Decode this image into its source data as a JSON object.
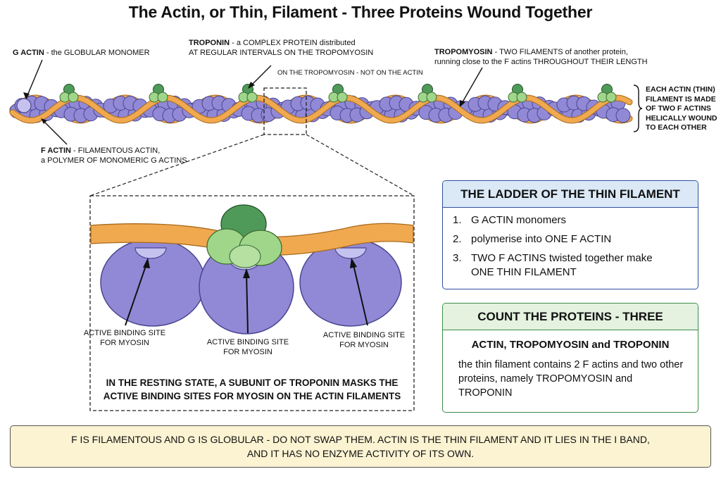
{
  "title": "The Actin, or Thin, Filament - Three Proteins Wound Together",
  "labels": {
    "g_actin_bold": "G ACTIN",
    "g_actin_rest": " - the GLOBULAR MONOMER",
    "troponin_bold": "TROPONIN",
    "troponin_line1_rest": " - a COMPLEX PROTEIN distributed",
    "troponin_line2": "AT REGULAR INTERVALS ON THE TROPOMYOSIN",
    "troponin_note": "ON THE TROPOMYOSIN - NOT ON THE ACTIN",
    "tropomyosin_bold": "TROPOMYOSIN",
    "tropomyosin_line1_rest": " - TWO FILAMENTS of another protein,",
    "tropomyosin_line2": "running close to the F actins THROUGHOUT THEIR LENGTH",
    "f_actin_bold": "F ACTIN",
    "f_actin_line1_rest": " - FILAMENTOUS ACTIN,",
    "f_actin_line2": "a POLYMER OF MONOMERIC G ACTINS",
    "side_note": [
      "EACH ACTIN (THIN)",
      "FILAMENT IS MADE",
      "OF TWO F ACTINS",
      "HELICALLY WOUND",
      "TO EACH OTHER"
    ]
  },
  "detail": {
    "binding_site_line1": "ACTIVE BINDING SITE",
    "binding_site_line2": "FOR MYOSIN",
    "resting_line1": "IN THE RESTING STATE, A SUBUNIT OF TROPONIN MASKS THE",
    "resting_line2": "ACTIVE BINDING SITES FOR MYOSIN ON THE ACTIN FILAMENTS"
  },
  "ladder": {
    "heading": "THE LADDER OF THE THIN FILAMENT",
    "steps": [
      {
        "num": "1.",
        "text": "G ACTIN monomers"
      },
      {
        "num": "2.",
        "text": "polymerise into ONE F ACTIN"
      },
      {
        "num": "3.",
        "text": "TWO F ACTINS twisted together make ONE THIN FILAMENT"
      }
    ]
  },
  "count": {
    "heading": "COUNT THE PROTEINS - THREE",
    "subheading": "ACTIN, TROPOMYOSIN and TROPONIN",
    "text": "the thin filament contains 2 F actins and two other proteins, namely TROPOMYOSIN and TROPONIN"
  },
  "footer": {
    "line1": "F IS FILAMENTOUS AND G IS GLOBULAR - DO NOT SWAP THEM.  ACTIN IS THE THIN FILAMENT AND IT LIES IN THE I BAND,",
    "line2": "AND IT HAS NO ENZYME ACTIVITY OF ITS OWN."
  },
  "colors": {
    "actin": "#9189d6",
    "actin_dark": "#4a4690",
    "tropomyosin": "#f0a94f",
    "troponin_light": "#9fd68a",
    "troponin_dark": "#4f9a58"
  }
}
